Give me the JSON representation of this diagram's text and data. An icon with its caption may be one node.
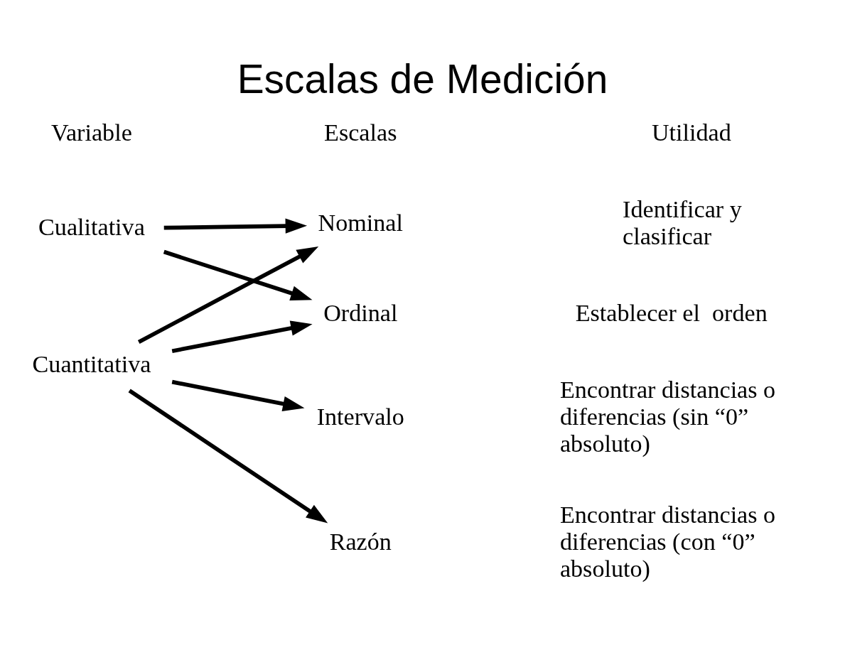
{
  "diagram": {
    "title": "Escalas de Medición",
    "nodes": [
      {
        "text": [
          "Cualitativa"
        ]
      },
      {
        "text": [
          "Cuantitativa"
        ]
      },
      {
        "text": [
          "Nominal"
        ]
      },
      {
        "text": [
          "Ordinal"
        ]
      },
      {
        "text": [
          "Intervalo"
        ]
      },
      {
        "text": [
          "Razón"
        ]
      }
    ],
    "edges": [
      {
        "from": 0,
        "to": 2,
        "arrow": "to"
      },
      {
        "from": 0,
        "to": 3,
        "arrow": "to"
      },
      {
        "from": 1,
        "to": 2,
        "arrow": "to"
      },
      {
        "from": 1,
        "to": 3,
        "arrow": "to"
      },
      {
        "from": 1,
        "to": 4,
        "arrow": "to"
      },
      {
        "from": 1,
        "to": 5,
        "arrow": "to"
      }
    ],
    "labels": [
      "Variable",
      "Escalas",
      "Utilidad",
      "Identificar y clasificar",
      "Establecer el  orden",
      "Encontrar distancias o diferencias (sin “0” absoluto)",
      "Encontrar distancias o diferencias (con “0” absoluto)"
    ]
  }
}
